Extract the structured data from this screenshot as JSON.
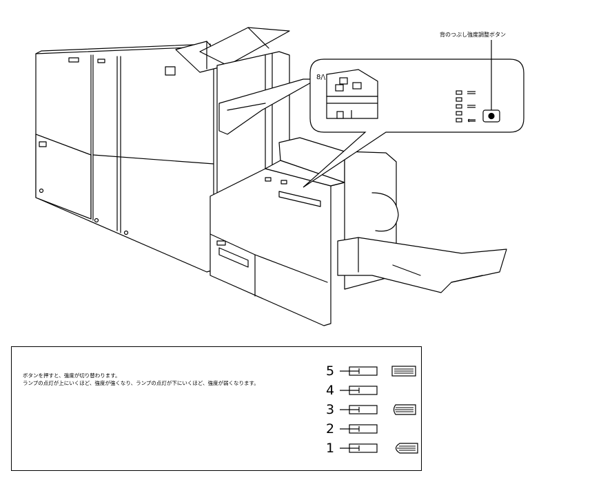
{
  "callout": {
    "label": "背のつぶし強度調整ボタン"
  },
  "legend": {
    "line1": "ボタンを押すと、強度が切り替わります。",
    "line2": "ランプの点灯が上にいくほど、強度が強くなり、ランプの点灯が下にいくほど、強度が弱くなります。",
    "levels": [
      {
        "number": "5",
        "strength_icon": "strong-lines-icon"
      },
      {
        "number": "4",
        "strength_icon": ""
      },
      {
        "number": "3",
        "strength_icon": "medium-lines-icon"
      },
      {
        "number": "2",
        "strength_icon": ""
      },
      {
        "number": "1",
        "strength_icon": "weak-lines-icon"
      }
    ]
  },
  "colors": {
    "stroke": "#000000",
    "background": "#ffffff"
  }
}
